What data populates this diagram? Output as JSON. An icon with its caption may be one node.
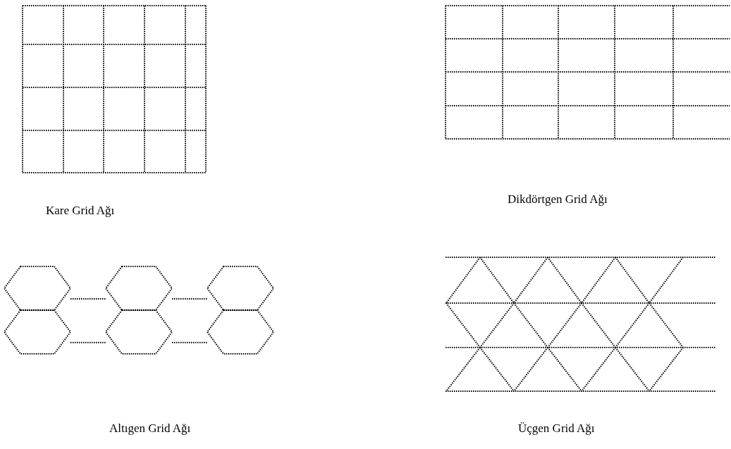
{
  "diagram": {
    "labels": [
      "Kare Grid Ağı",
      "Dikdörtgen Grid Ağı",
      "Altıgen Grid Ağı",
      "Üçgen Grid Ağı"
    ]
  }
}
